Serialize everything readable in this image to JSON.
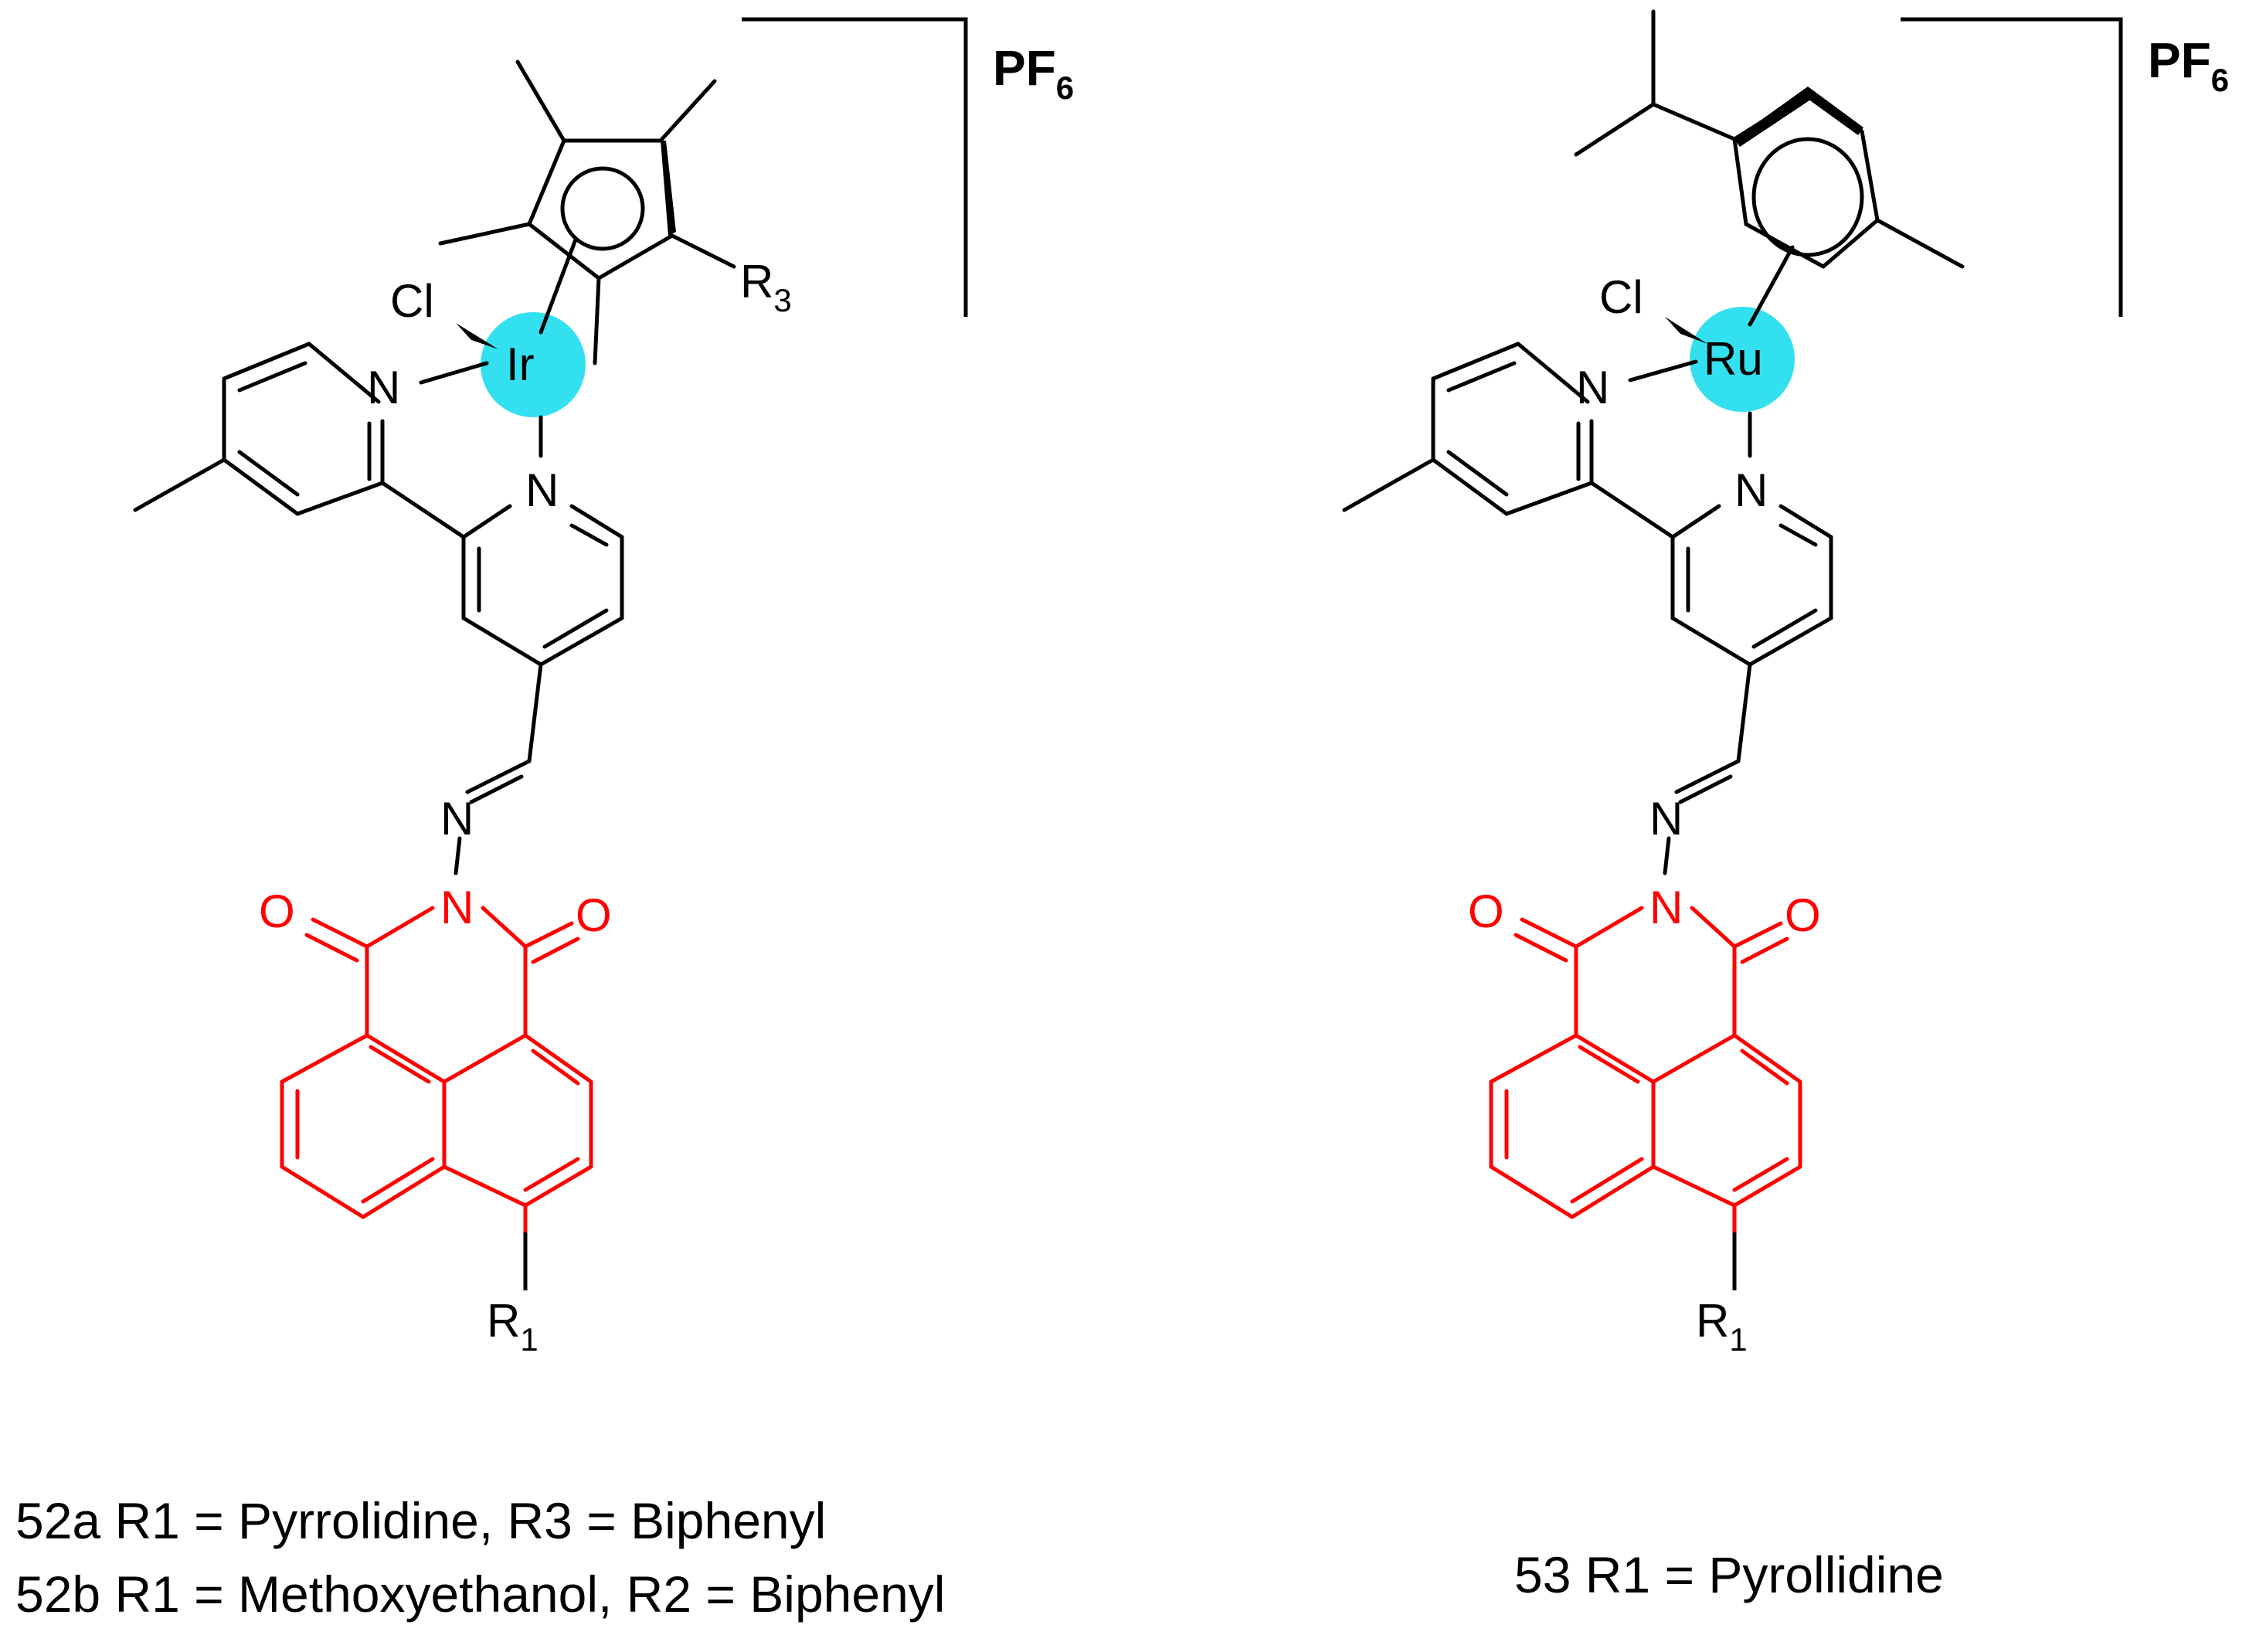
{
  "colors": {
    "imide_fragment": "#ff0000",
    "metal_highlight": "#33e0f0",
    "bond": "#000000"
  },
  "complex_52": {
    "metal": "Ir",
    "counterion": {
      "main": "PF",
      "sub": "6"
    },
    "chloride": "Cl",
    "pyridine_n_upper": "N",
    "pyridine_n_lower": "N",
    "imine_n": "N",
    "imide_n": "N",
    "carbonyl_o_left": "O",
    "carbonyl_o_right": "O",
    "substituent_r3": {
      "main": "R",
      "sub": "3"
    },
    "substituent_r1": {
      "main": "R",
      "sub": "1"
    }
  },
  "complex_53": {
    "metal": "Ru",
    "counterion": {
      "main": "PF",
      "sub": "6"
    },
    "chloride": "Cl",
    "pyridine_n_upper": "N",
    "pyridine_n_lower": "N",
    "imine_n": "N",
    "imide_n": "N",
    "carbonyl_o_left": "O",
    "carbonyl_o_right": "O",
    "substituent_r1": {
      "main": "R",
      "sub": "1"
    }
  },
  "captions": {
    "line_52a": "52a R1 = Pyrrolidine, R3 = Biphenyl",
    "line_52b": "52b R1 = Methoxyethanol, R2 = Biphenyl",
    "line_53": "53 R1 = Pyrollidine"
  }
}
